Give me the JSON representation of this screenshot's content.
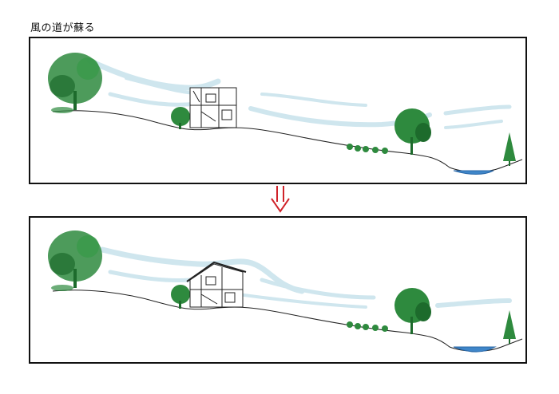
{
  "title": "風の道が蘇る",
  "colors": {
    "wind": "#cfe6ee",
    "tree": "#2e8a3e",
    "tree_dark": "#1d6b2c",
    "water": "#3f86c9",
    "arrow": "#d0232a",
    "line": "#222222"
  },
  "panels": [
    {
      "id": "before",
      "house": "box-house"
    },
    {
      "id": "after",
      "house": "gable-roof-house"
    }
  ],
  "arrow": {
    "icon": "double-down-arrow-icon"
  }
}
